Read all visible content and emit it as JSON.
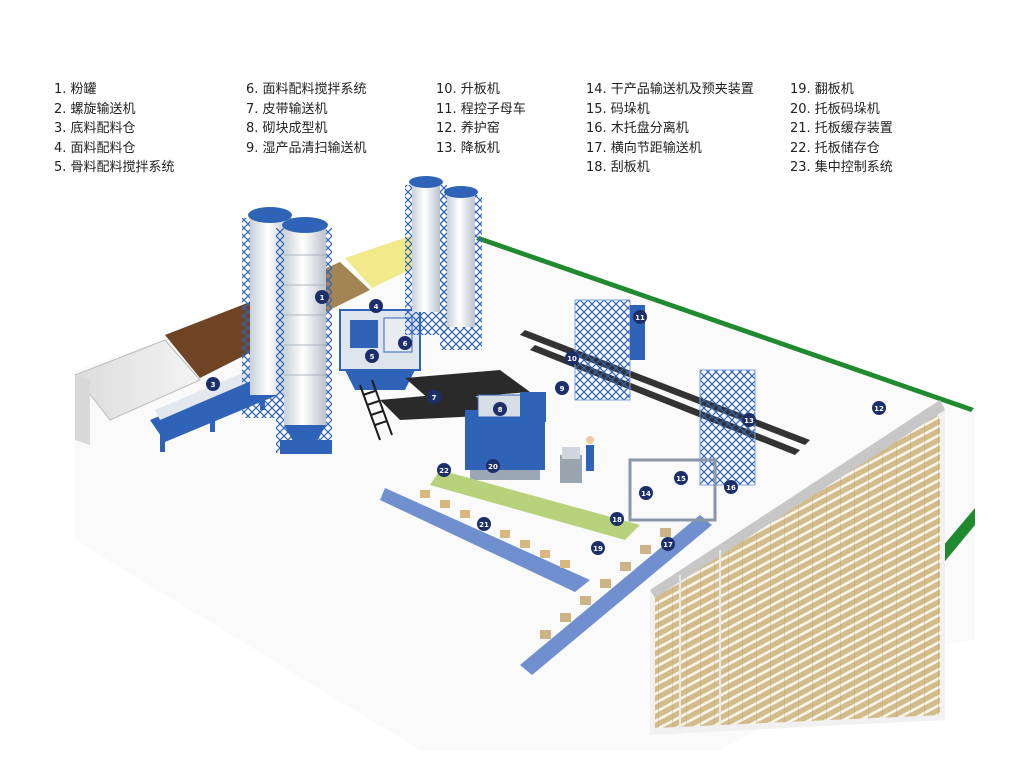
{
  "legend": {
    "columns": [
      [
        "1. 粉罐",
        "2. 螺旋输送机",
        "3. 底料配料仓",
        "4. 面料配料仓",
        "5. 骨料配料搅拌系统"
      ],
      [
        "6. 面料配料搅拌系统",
        "7. 皮带输送机",
        "8. 砌块成型机",
        "9. 湿产品清扫输送机"
      ],
      [
        "10. 升板机",
        "11. 程控子母车",
        "12. 养护窑",
        "13. 降板机"
      ],
      [
        "14. 干产品输送机及预夹装置",
        "15. 码垛机",
        "16. 木托盘分离机",
        "17. 横向节距输送机",
        "18. 刮板机"
      ],
      [
        "19. 翻板机",
        "20. 托板码垛机",
        "21. 托板缓存装置",
        "22. 托板储存仓",
        "23. 集中控制系统"
      ]
    ]
  },
  "markers": {
    "m1": "1",
    "m3": "3",
    "m4": "4",
    "m5": "5",
    "m6": "6",
    "m7": "7",
    "m8": "8",
    "m9": "9",
    "m10": "10",
    "m11": "11",
    "m12": "12",
    "m13": "13",
    "m14": "14",
    "m15": "15",
    "m16": "16",
    "m17": "17",
    "m18": "18",
    "m19": "19",
    "m20": "20",
    "m21": "21",
    "m22": "22"
  },
  "colors": {
    "equipment_blue": "#2f63b8",
    "silo_white": "#eef1f4",
    "boundary_green": "#1f8a2e",
    "marker_navy": "#1d2f6b",
    "cardboard": "#cdb486"
  }
}
